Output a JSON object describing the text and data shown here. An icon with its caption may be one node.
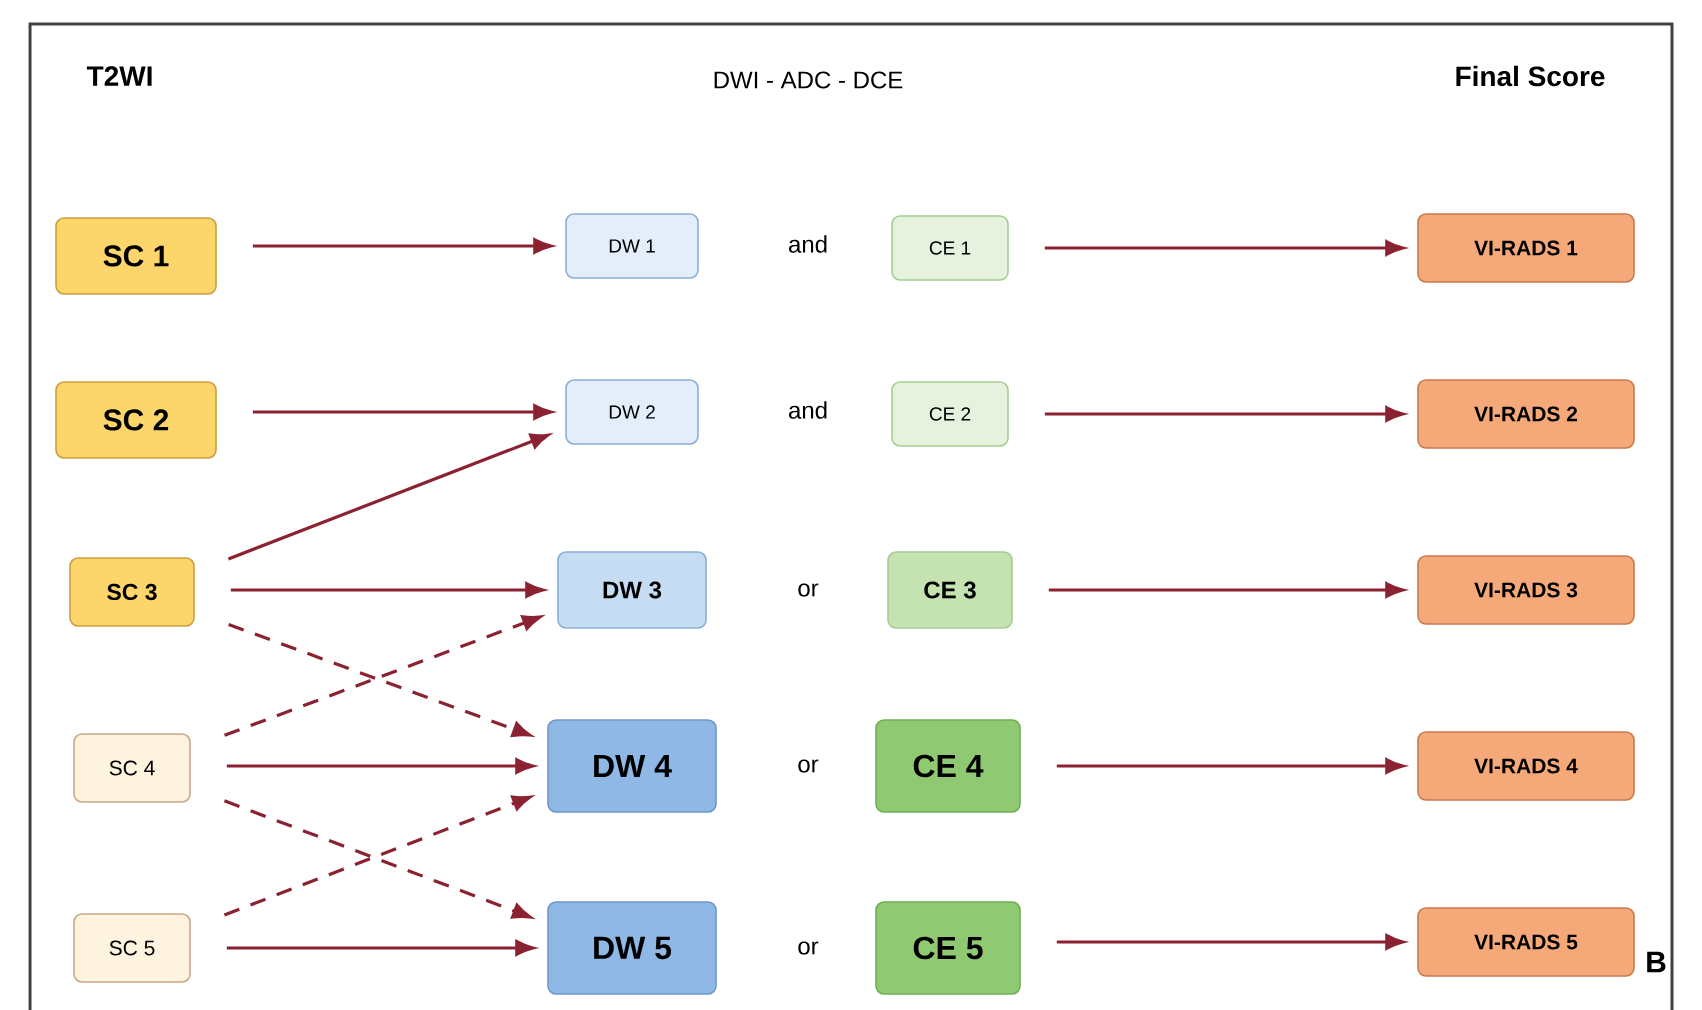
{
  "diagram": {
    "nodes": [
      {
        "text": [
          "SC 1"
        ]
      },
      {
        "text": [
          "SC 2"
        ]
      },
      {
        "text": [
          "SC 3"
        ]
      },
      {
        "text": [
          "SC 4"
        ]
      },
      {
        "text": [
          "SC 5"
        ]
      },
      {
        "text": [
          "DW 1"
        ]
      },
      {
        "text": [
          "DW 2"
        ]
      },
      {
        "text": [
          "DW 3"
        ]
      },
      {
        "text": [
          "DW 4"
        ]
      },
      {
        "text": [
          "DW 5"
        ]
      },
      {
        "text": [
          "CE 1"
        ]
      },
      {
        "text": [
          "CE 2"
        ]
      },
      {
        "text": [
          "CE 3"
        ]
      },
      {
        "text": [
          "CE 4"
        ]
      },
      {
        "text": [
          "CE 5"
        ]
      },
      {
        "text": [
          "VI-RADS 1"
        ]
      },
      {
        "text": [
          "VI-RADS 2"
        ]
      },
      {
        "text": [
          "VI-RADS 3"
        ]
      },
      {
        "text": [
          "VI-RADS 4"
        ]
      },
      {
        "text": [
          "VI-RADS 5"
        ]
      }
    ],
    "edges": [
      {
        "from": 0,
        "to": 5,
        "arrow": "to"
      },
      {
        "from": 1,
        "to": 6,
        "arrow": "to"
      },
      {
        "from": 2,
        "to": 6,
        "arrow": "to"
      },
      {
        "from": 2,
        "to": 7,
        "arrow": "to"
      },
      {
        "from": 2,
        "to": 8,
        "arrow": "to",
        "style": "dashed"
      },
      {
        "from": 3,
        "to": 7,
        "arrow": "to",
        "style": "dashed"
      },
      {
        "from": 3,
        "to": 8,
        "arrow": "to"
      },
      {
        "from": 3,
        "to": 9,
        "arrow": "to",
        "style": "dashed"
      },
      {
        "from": 4,
        "to": 8,
        "arrow": "to",
        "style": "dashed"
      },
      {
        "from": 4,
        "to": 9,
        "arrow": "to"
      },
      {
        "from": 10,
        "to": 15,
        "arrow": "to"
      },
      {
        "from": 11,
        "to": 16,
        "arrow": "to"
      },
      {
        "from": 12,
        "to": 17,
        "arrow": "to"
      },
      {
        "from": 13,
        "to": 18,
        "arrow": "to"
      },
      {
        "from": 14,
        "to": 19,
        "arrow": "to"
      }
    ],
    "labels": [
      "T2WI",
      "DWI - ADC - DCE",
      "Final Score",
      "and",
      "and",
      "or",
      "or",
      "or",
      "B"
    ]
  }
}
